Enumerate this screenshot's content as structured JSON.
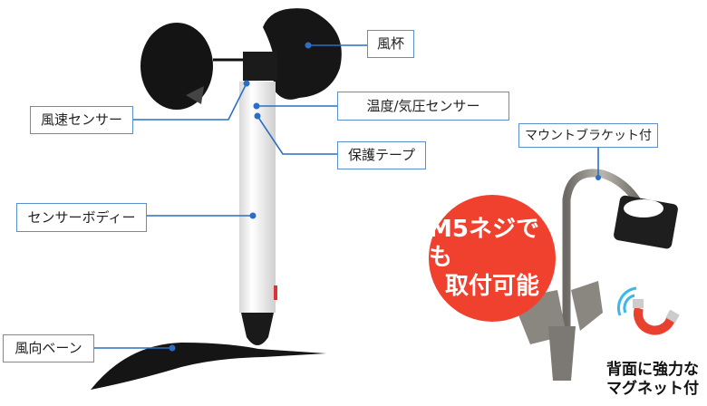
{
  "labels": {
    "wind_cup": "風杯",
    "temp_pressure_sensor": "温度/気圧センサー",
    "wind_speed_sensor": "風速センサー",
    "protective_tape": "保護テープ",
    "sensor_body": "センサーボディー",
    "wind_vane": "風向ベーン",
    "mount_bracket": "マウントブラケット付"
  },
  "badge": {
    "line1": "M5ネジでも",
    "line2": "取付可能"
  },
  "magnet": {
    "icon": "magnet-icon",
    "line1": "背面に強力な",
    "line2": "マグネット付"
  },
  "colors": {
    "leader": "#2a6fc4",
    "label_border": "#5b8fd0",
    "badge": "#f0402e"
  }
}
